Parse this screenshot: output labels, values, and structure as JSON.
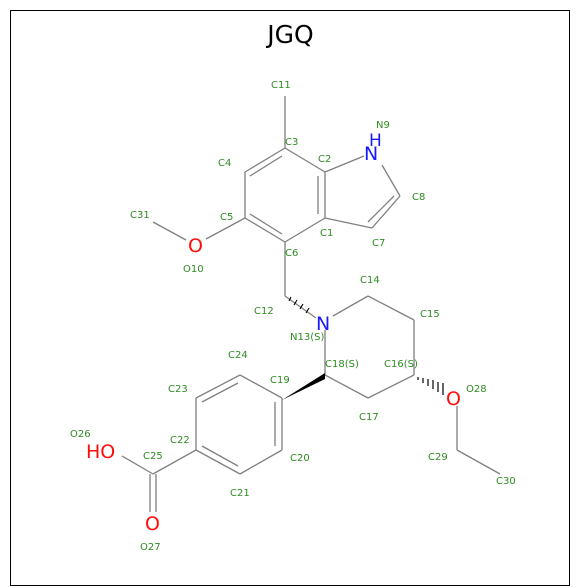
{
  "title": "JGQ",
  "colors": {
    "bond": "#808080",
    "carbon_label": "#2e8b22",
    "nitrogen": "#1a1aff",
    "oxygen": "#ff0d0d",
    "frame": "#000000"
  },
  "atom_labels": {
    "C1": "C1",
    "C2": "C2",
    "C3": "C3",
    "C4": "C4",
    "C5": "C5",
    "C6": "C6",
    "C7": "C7",
    "C8": "C8",
    "N9": "N9",
    "O10": "O10",
    "C11": "C11",
    "C12": "C12",
    "N13": "N13(S)",
    "C14": "C14",
    "C15": "C15",
    "C16": "C16(S)",
    "C17": "C17",
    "C18": "C18(S)",
    "C19": "C19",
    "C20": "C20",
    "C21": "C21",
    "C22": "C22",
    "C23": "C23",
    "C24": "C24",
    "C25": "C25",
    "O26": "O26",
    "O27": "O27",
    "O28": "O28",
    "C29": "C29",
    "C30": "C30",
    "C31": "C31"
  },
  "element_symbols": {
    "n9_N": "N",
    "n9_H": "H",
    "n13": "N",
    "o10": "O",
    "o27": "O",
    "o28": "O",
    "o26": "HO"
  }
}
